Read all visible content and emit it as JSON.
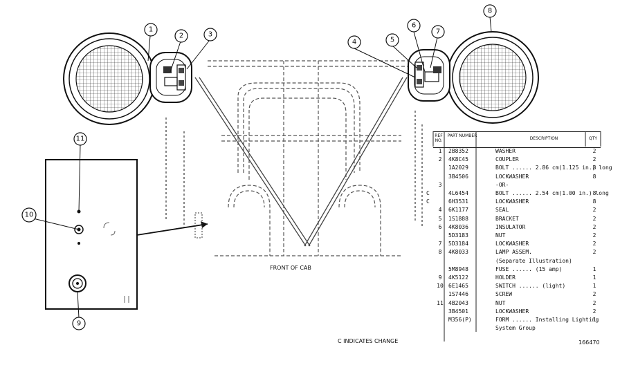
{
  "labels": {
    "front_of_cab": "FRONT OF CAB",
    "change_note": "C INDICATES CHANGE",
    "figure_number": "166470"
  },
  "callouts": [
    "1",
    "2",
    "3",
    "4",
    "5",
    "6",
    "7",
    "8",
    "9",
    "10",
    "11"
  ],
  "table": {
    "headers": {
      "ref": "REF NO.",
      "part": "PART NUMBER",
      "desc": "DESCRIPTION",
      "qty": "QTY"
    },
    "rows": [
      {
        "ref": "1",
        "change": "",
        "part": "2B8352",
        "desc": "WASHER",
        "qty": "2"
      },
      {
        "ref": "2",
        "change": "",
        "part": "4K8C45",
        "desc": "COUPLER",
        "qty": "2"
      },
      {
        "ref": "",
        "change": "",
        "part": "1A2029",
        "desc": "BOLT ...... 2.86 cm(1.125 in.) long",
        "qty": "8"
      },
      {
        "ref": "",
        "change": "",
        "part": "3B4506",
        "desc": "LOCKWASHER",
        "qty": "8"
      },
      {
        "ref": "3",
        "change": "",
        "part": "",
        "desc": "-OR-",
        "qty": ""
      },
      {
        "ref": "",
        "change": "C",
        "part": "4L6454",
        "desc": "BOLT ...... 2.54 cm(1.00 in.) long",
        "qty": "8"
      },
      {
        "ref": "",
        "change": "C",
        "part": "6H3531",
        "desc": "LOCKWASHER",
        "qty": "8"
      },
      {
        "ref": "4",
        "change": "",
        "part": "6K1177",
        "desc": "SEAL",
        "qty": "2"
      },
      {
        "ref": "5",
        "change": "",
        "part": "1S1888",
        "desc": "BRACKET",
        "qty": "2"
      },
      {
        "ref": "6",
        "change": "",
        "part": "4K8036",
        "desc": "INSULATOR",
        "qty": "2"
      },
      {
        "ref": "",
        "change": "",
        "part": "5D3183",
        "desc": "NUT",
        "qty": "2"
      },
      {
        "ref": "7",
        "change": "",
        "part": "5D3184",
        "desc": "LOCKWASHER",
        "qty": "2"
      },
      {
        "ref": "8",
        "change": "",
        "part": "4K8033",
        "desc": "LAMP ASSEM.",
        "qty": "2"
      },
      {
        "ref": "",
        "change": "",
        "part": "",
        "desc": "(Separate Illustration)",
        "qty": ""
      },
      {
        "ref": "",
        "change": "",
        "part": "5M8948",
        "desc": "FUSE ...... (15 amp)",
        "qty": "1"
      },
      {
        "ref": "9",
        "change": "",
        "part": "4K5122",
        "desc": "HOLDER",
        "qty": "1"
      },
      {
        "ref": "10",
        "change": "",
        "part": "6E1465",
        "desc": "SWITCH ...... (light)",
        "qty": "1"
      },
      {
        "ref": "",
        "change": "",
        "part": "1S7446",
        "desc": "SCREW",
        "qty": "2"
      },
      {
        "ref": "11",
        "change": "",
        "part": "4B2043",
        "desc": "NUT",
        "qty": "2"
      },
      {
        "ref": "",
        "change": "",
        "part": "3B4501",
        "desc": "LOCKWASHER",
        "qty": "2"
      },
      {
        "ref": "",
        "change": "",
        "part": "M356(P)",
        "desc": "FORM ...... Installing Lighting",
        "qty": "1"
      },
      {
        "ref": "",
        "change": "",
        "part": "",
        "desc": "System Group",
        "qty": ""
      }
    ]
  }
}
